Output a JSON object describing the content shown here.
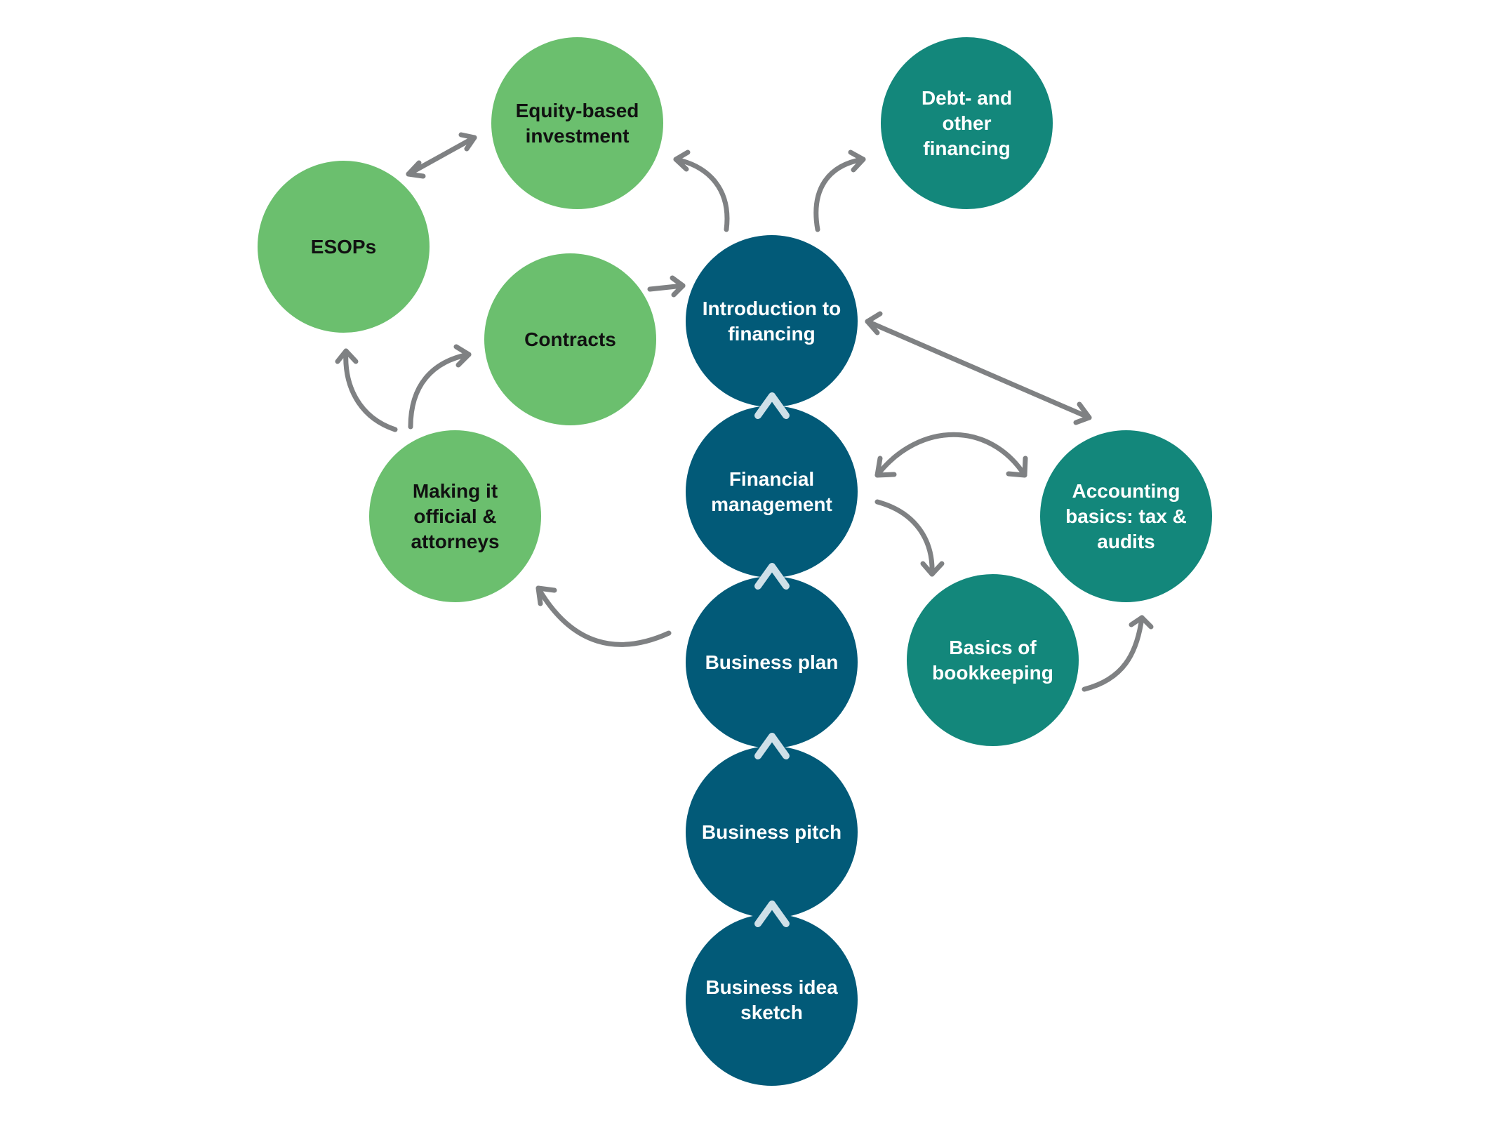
{
  "colors": {
    "core": "#025a78",
    "finance": "#13877b",
    "legal": "#6bbf6e",
    "arrow": "#7f8183",
    "chevron": "#cfe0e8"
  },
  "nodes": {
    "business_idea_sketch": "Business idea\nsketch",
    "business_pitch": "Business pitch",
    "business_plan": "Business plan",
    "financial_management": "Financial\nmanagement",
    "introduction_to_financing": "Introduction to\nfinancing",
    "debt_financing": "Debt- and\nother\nfinancing",
    "equity_investment": "Equity-based\ninvestment",
    "esops": "ESOPs",
    "contracts": "Contracts",
    "making_it_official": "Making it\nofficial &\nattorneys",
    "accounting_basics": "Accounting\nbasics: tax &\naudits",
    "basics_of_bookkeeping": "Basics of\nbookkeeping"
  }
}
